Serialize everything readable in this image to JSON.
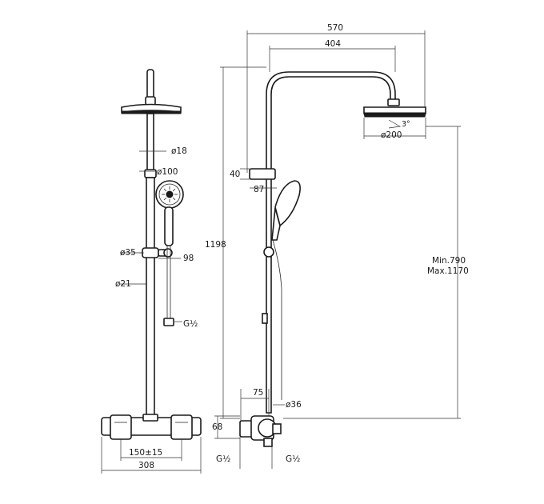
{
  "left_view": {
    "labels": {
      "pipe_diameter": "ø18",
      "hand_shower_diameter": "ø100",
      "slider_diameter": "ø35",
      "slider_offset": "98",
      "lower_pipe_diameter": "ø21",
      "hose_thread": "G½",
      "center_distance": "150±15",
      "mixer_width": "308"
    }
  },
  "right_view": {
    "labels": {
      "overall_reach": "570",
      "arm_reach": "404",
      "head_diameter": "ø200",
      "head_tilt": "3°",
      "holder_height": "40",
      "holder_depth": "87",
      "total_height": "1198",
      "adjust_min": "Min.790",
      "adjust_max": "Max.1170",
      "mixer_depth": "75",
      "body_diameter": "ø36",
      "wall_offset": "68",
      "inlet_thread": "G½",
      "outlet_thread": "G½"
    }
  }
}
